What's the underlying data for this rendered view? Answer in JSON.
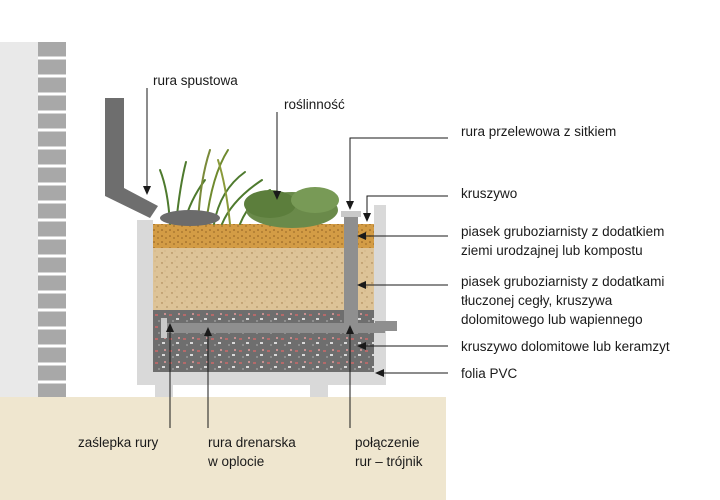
{
  "labels": {
    "downpipe": "rura spustowa",
    "vegetation": "roślinność",
    "overflow_pipe": "rura przelewowa z sitkiem",
    "gravel": "kruszywo",
    "top_layer": [
      "piasek gruboziarnisty z dodatkiem",
      "ziemi urodzajnej lub kompostu"
    ],
    "middle_layer": [
      "piasek gruboziarnisty z dodatkami",
      "tłuczonej cegły, kruszywa",
      "dolomitowego lub wapiennego"
    ],
    "bottom_layer": "kruszywo dolomitowe lub keramzyt",
    "liner": "folia PVC",
    "pipe_cap": "zaślepka rury",
    "drain_pipe": [
      "rura drenarska",
      "w oplocie"
    ],
    "tee_connection": [
      "połączenie",
      "rur – trójnik"
    ]
  },
  "colors": {
    "ground": "#efe6cf",
    "wall_light": "#e9e9e9",
    "wall_dark": "#a8a8a8",
    "planter_frame": "#d9d9d9",
    "pipe": "#8f8f8f",
    "downpipe": "#6e6e6e",
    "soil_top": "#d39c45",
    "sand_layer": "#ddc397",
    "gravel_layer": "#6e6e6e",
    "vegetation": "#4e7a2e",
    "leader_line": "#1a1a1a"
  }
}
